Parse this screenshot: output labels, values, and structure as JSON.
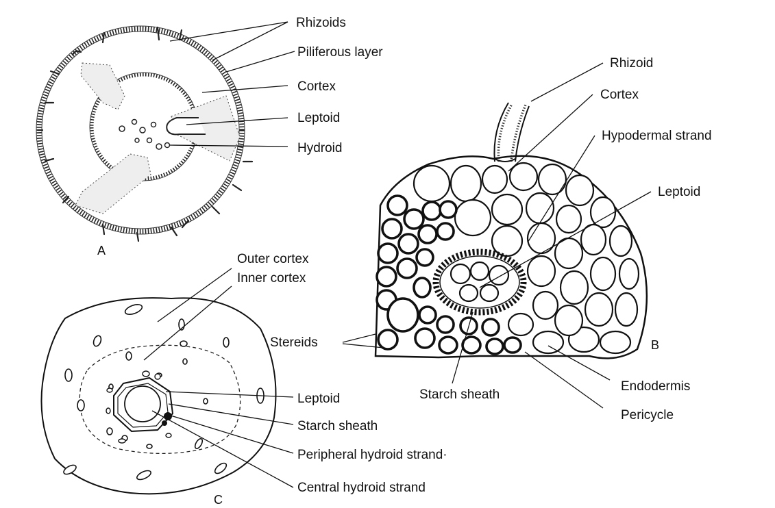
{
  "panelA": {
    "panel_letter": "A",
    "labels": {
      "rhizoids": "Rhizoids",
      "piliferous_layer": "Piliferous layer",
      "cortex": "Cortex",
      "leptoid": "Leptoid",
      "hydroid": "Hydroid"
    }
  },
  "panelB": {
    "panel_letter": "B",
    "labels": {
      "rhizoid": "Rhizoid",
      "cortex": "Cortex",
      "hypodermal_strand": "Hypodermal strand",
      "leptoid": "Leptoid",
      "stereids": "Stereids",
      "starch_sheath": "Starch sheath",
      "endodermis": "Endodermis",
      "pericycle": "Pericycle"
    }
  },
  "panelC": {
    "panel_letter": "C",
    "labels": {
      "outer_cortex": "Outer cortex",
      "inner_cortex": "Inner cortex",
      "leptoid": "Leptoid",
      "starch_sheath": "Starch sheath",
      "peripheral_hydroid_strand": "Peripheral hydroid strand·",
      "central_hydroid_strand": "Central hydroid strand"
    }
  }
}
